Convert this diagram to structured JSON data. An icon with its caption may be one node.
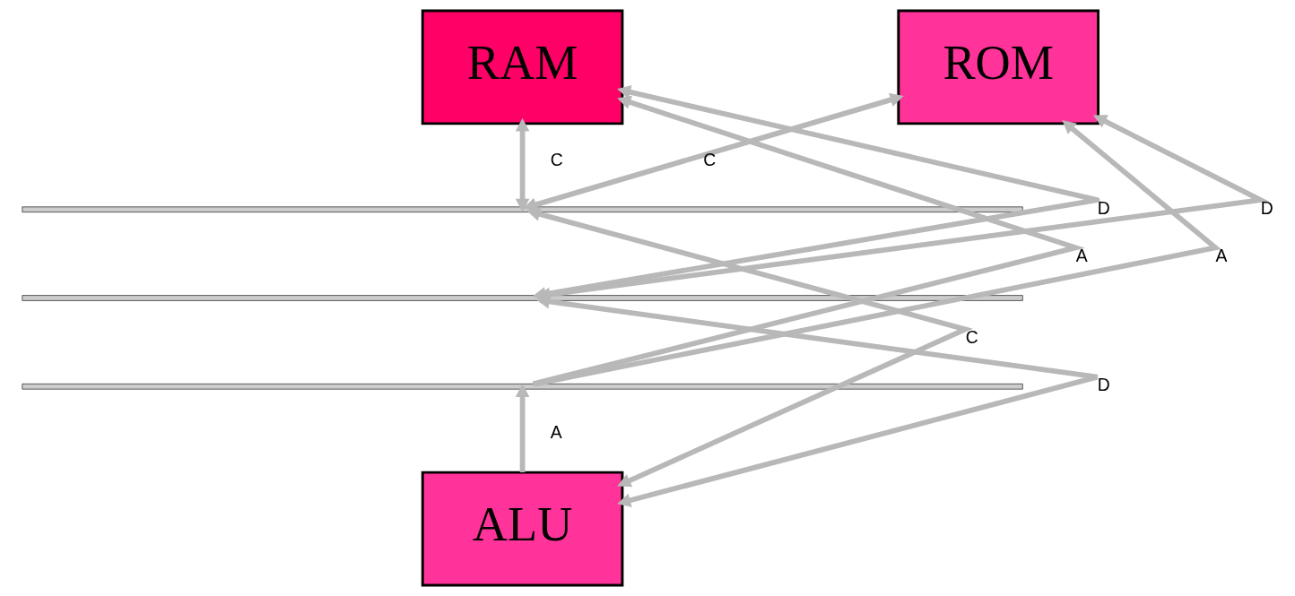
{
  "diagram": {
    "nodes": [
      {
        "text": [
          "RAM"
        ]
      },
      {
        "text": [
          "ROM"
        ]
      },
      {
        "text": [],
        "shape": "bar"
      },
      {
        "text": [],
        "shape": "bar"
      },
      {
        "text": [],
        "shape": "bar"
      },
      {
        "text": [
          "ALU"
        ]
      }
    ],
    "edges": [
      {
        "from": 4,
        "to": 0,
        "arrow": "to",
        "label": "A"
      },
      {
        "from": 3,
        "to": 0,
        "arrow": "both",
        "label": "D"
      },
      {
        "from": 2,
        "to": 0,
        "arrow": "both",
        "label": "C"
      },
      {
        "from": 4,
        "to": 1,
        "arrow": "to",
        "label": "A"
      },
      {
        "from": 3,
        "to": 1,
        "arrow": "both",
        "label": "D"
      },
      {
        "from": 2,
        "to": 1,
        "arrow": "both",
        "label": "C"
      },
      {
        "from": 5,
        "to": 4,
        "arrow": "to",
        "label": "A"
      },
      {
        "from": 5,
        "to": 3,
        "arrow": "both",
        "label": "D"
      },
      {
        "from": 5,
        "to": 2,
        "arrow": "both",
        "label": "C"
      }
    ]
  }
}
